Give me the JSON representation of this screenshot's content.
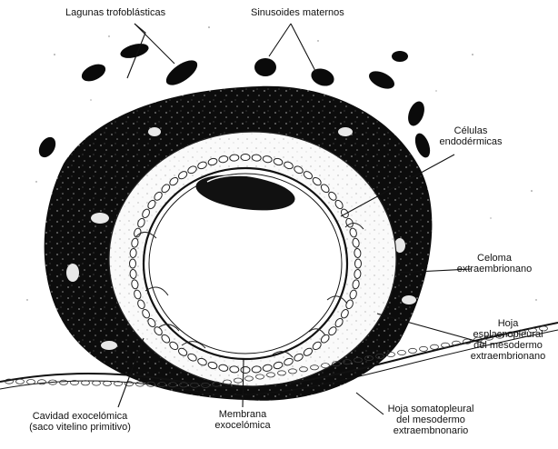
{
  "labels": {
    "lagunas": "Lagunas trofoblásticas",
    "sinusoides": "Sinusoides maternos",
    "celulas": [
      "Células",
      "endodérmicas"
    ],
    "celoma": [
      "Celoma",
      "extraembrionano"
    ],
    "hoja_esplacnopleural": [
      "Hoja",
      "esplacnopleural",
      "del mesodermo",
      "extraembrionano"
    ],
    "cavidad": [
      "Cavidad exocelómica",
      "(saco vitelino primitivo)"
    ],
    "membrana": [
      "Membrana",
      "exocelómica"
    ],
    "hoja_somatopleural": [
      "Hoja somatopleural",
      "del mesodermo",
      "extraembnonario"
    ]
  }
}
